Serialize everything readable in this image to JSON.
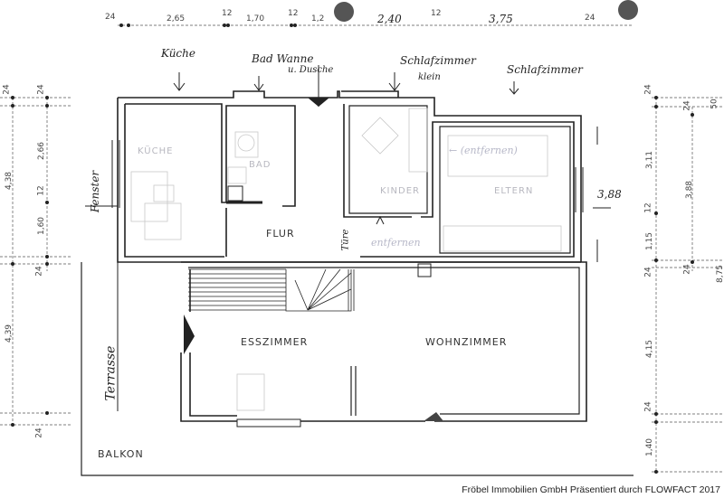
{
  "plan": {
    "type": "floor plan",
    "rooms": [
      {
        "id": "kueche",
        "label": "KÜCHE"
      },
      {
        "id": "bad",
        "label": "BAD"
      },
      {
        "id": "flur",
        "label": "FLUR"
      },
      {
        "id": "kinder",
        "label": "KINDER"
      },
      {
        "id": "eltern",
        "label": "ELTERN"
      },
      {
        "id": "esszimmer",
        "label": "ESSZIMMER"
      },
      {
        "id": "wohnzimmer",
        "label": "WOHNZIMMER"
      },
      {
        "id": "balkon",
        "label": "BALKON"
      }
    ],
    "handwritten_notes": {
      "kueche": "Küche",
      "bad": "Bad Wanne",
      "bad_line2": "u. Dusche",
      "schlafzimmer_klein": "Schlafzimmer",
      "schlafzimmer_klein_line2": "klein",
      "schlafzimmer": "Schlafzimmer",
      "fenster": "Fenster",
      "terrasse": "Terrasse",
      "tuere": "Türe",
      "entfernen_eltern": "← (entfernen)",
      "entfernen_flur": "entfernen",
      "width_388": "3,88",
      "top_240": "2,40",
      "top_375": "3,75"
    },
    "dimensions": {
      "top": [
        "24",
        "2,65",
        "12",
        "1,70",
        "12",
        "1,2",
        "12",
        "24"
      ],
      "left_outer": [
        "24",
        "4,38",
        "24",
        "4,39",
        "24"
      ],
      "left_inner": [
        "24",
        "2,66",
        "12",
        "1,60",
        "24"
      ],
      "right_inner": [
        "24",
        "3,11",
        "12",
        "1,15",
        "24",
        "4,15",
        "24",
        "1,40"
      ],
      "right_outer": [
        "24",
        "50",
        "3,88",
        "24",
        "8,75"
      ]
    }
  },
  "footer": {
    "credit": "Fröbel  Immobilien GmbH Präsentiert durch FLOWFACT 2017"
  }
}
